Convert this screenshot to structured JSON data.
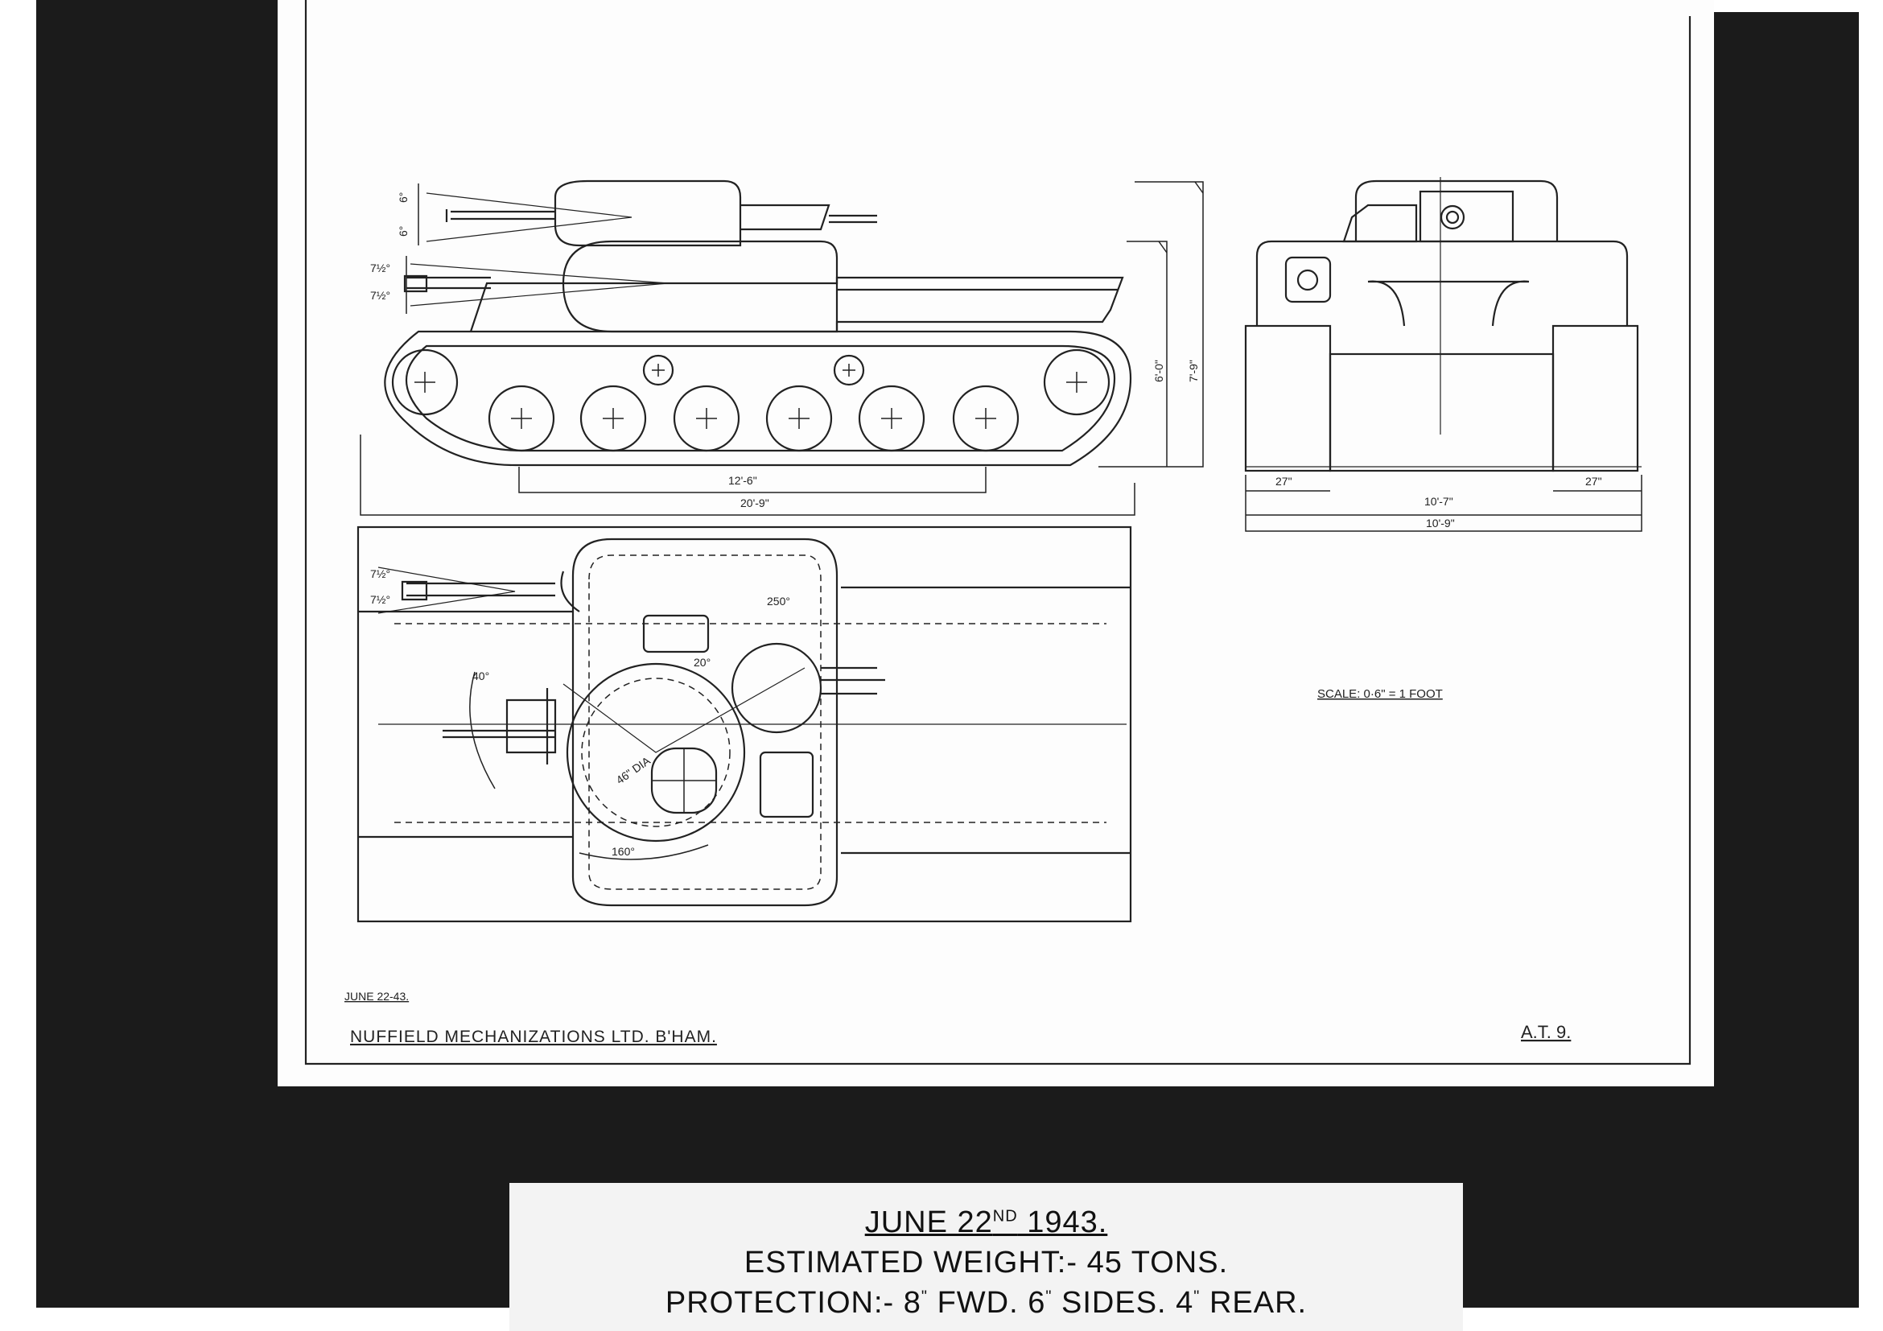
{
  "drawing": {
    "dimensions": {
      "turret_elev_top": "6°",
      "turret_depr_top": "6°",
      "hull_gun_elev": "7½°",
      "hull_gun_depr": "7½°",
      "height_hull": "6'-0\"",
      "height_total": "7'-9\"",
      "wheelbase": "12'-6\"",
      "length": "20'-9\"",
      "track_width_left": "27\"",
      "track_width_right": "27\"",
      "track_centres": "10'-7\"",
      "overall_width": "10'-9\"",
      "plan_gun_elev": "7½°",
      "plan_gun_depr": "7½°",
      "traverse_250": "250°",
      "traverse_20": "20°",
      "traverse_40": "40°",
      "turret_ring": "46\" DIA",
      "traverse_160": "160°"
    },
    "scale": "SCALE: 0·6\" = 1 FOOT",
    "date_small": "JUNE 22-43.",
    "maker": "NUFFIELD MECHANIZATIONS LTD. B'HAM.",
    "drawing_no": "A.T. 9."
  },
  "caption": {
    "date_main": "JUNE 22",
    "date_sup": "ND",
    "date_year": " 1943.",
    "weight": "ESTIMATED WEIGHT:- 45 TONS.",
    "protection_prefix": "PROTECTION:- 8",
    "protection_fwd": " FWD. 6",
    "protection_sides": " SIDES. 4",
    "protection_rear": " REAR."
  }
}
